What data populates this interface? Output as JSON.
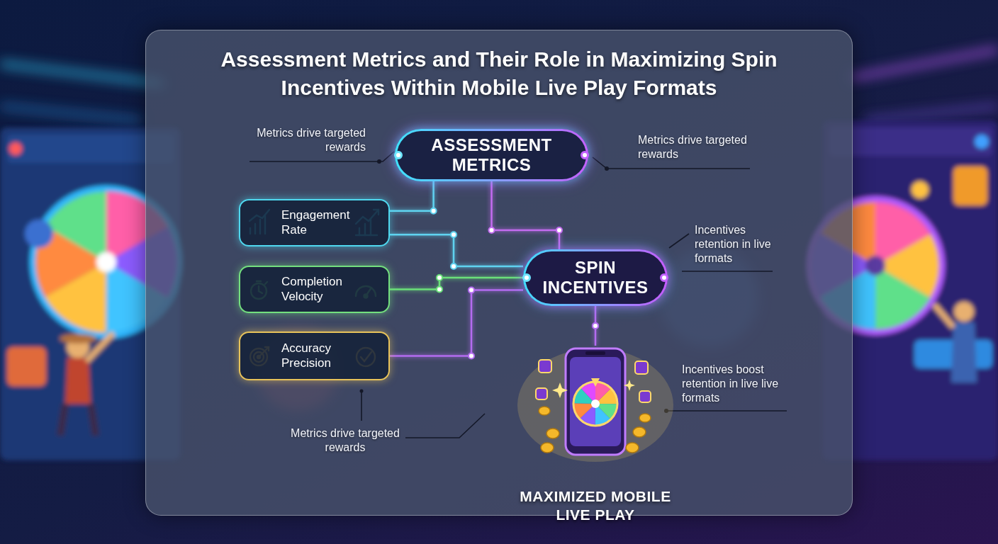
{
  "diagram": {
    "title": "Assessment Metrics and Their Role in Maximizing Spin Incentives Within Mobile Live Play Formats",
    "nodes": [
      {
        "text": [
          "ASSESSMENT METRICS"
        ]
      },
      {
        "text": [
          "Engagement Rate"
        ]
      },
      {
        "text": [
          "Completion Velocity"
        ]
      },
      {
        "text": [
          "Accuracy Precision"
        ]
      },
      {
        "text": [
          "SPIN INCENTIVES"
        ]
      },
      {
        "text": [
          "MAXIMIZED MOBILE LIVE PLAY"
        ]
      }
    ],
    "edges": [
      {
        "from": 0,
        "to": 1,
        "arrow": "none"
      },
      {
        "from": 0,
        "to": 4,
        "arrow": "none"
      },
      {
        "from": 1,
        "to": 4,
        "arrow": "none"
      },
      {
        "from": 2,
        "to": 4,
        "arrow": "none"
      },
      {
        "from": 3,
        "to": 4,
        "arrow": "none"
      },
      {
        "from": 4,
        "to": 5,
        "arrow": "none"
      }
    ],
    "labels": [
      "Metrics drive targeted rewards",
      "Metrics drive targeted rewards",
      "Incentives retention in live formats",
      "Metrics drive targeted rewards",
      "Incentives boost retention in live live formats"
    ]
  }
}
